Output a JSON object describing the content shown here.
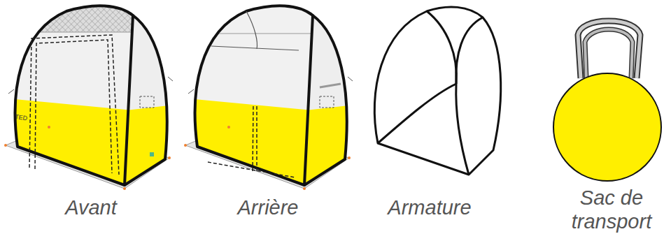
{
  "diagram": {
    "labels": [
      "TED",
      "Avant",
      "Arrière",
      "Armature",
      "Sac de transport"
    ]
  }
}
